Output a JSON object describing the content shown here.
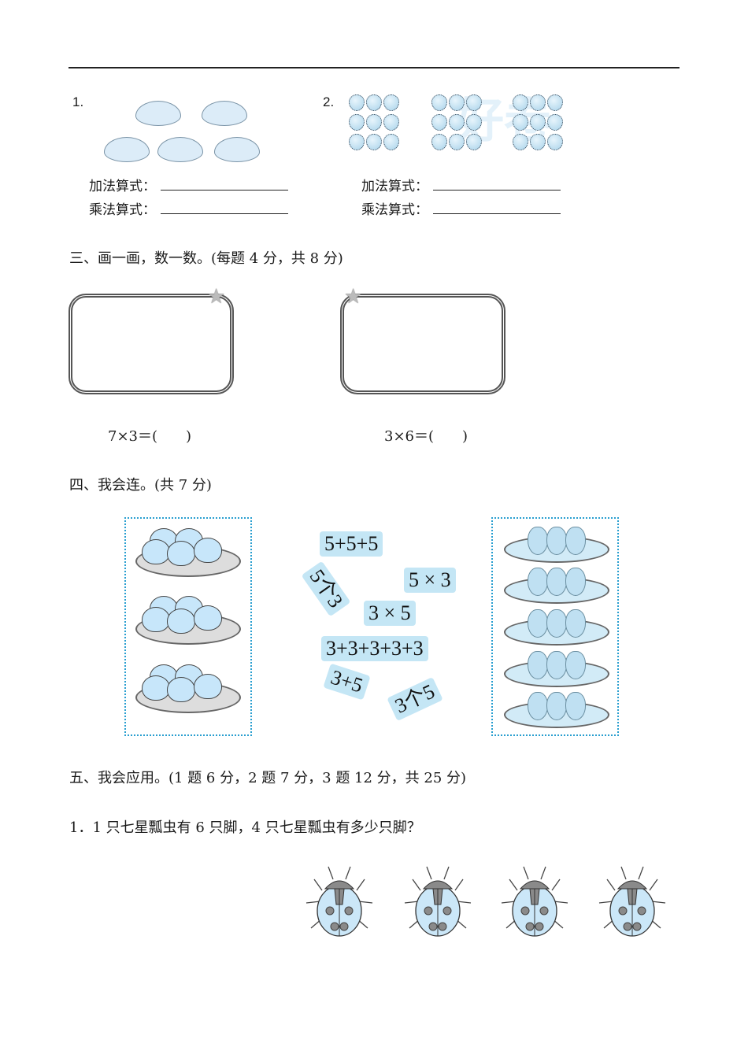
{
  "header": {
    "top_rule": true
  },
  "section2": {
    "q1": {
      "number": "1.",
      "picture": "5 bunches of bananas (5 each)",
      "add_label": "加法算式：",
      "mul_label": "乘法算式："
    },
    "q2": {
      "number": "2.",
      "picture": "3 groups of 9 strawberries",
      "add_label": "加法算式：",
      "mul_label": "乘法算式："
    }
  },
  "section3": {
    "heading": "三、画一画，数一数。(每题 4 分，共 8 分)",
    "boxes": [
      {
        "equation": "7×3＝(　　)",
        "icon": "star-face-icon"
      },
      {
        "equation": "3×6＝(　　)",
        "icon": "star-face-icon"
      }
    ]
  },
  "section4": {
    "heading": "四、我会连。(共 7 分)",
    "left_box": "3 plates with 5 apples each",
    "right_box": "5 plates with 3 pears each",
    "cards": [
      "5+5+5",
      "5个3",
      "5 × 3",
      "3 × 5",
      "3+3+3+3+3",
      "3+5",
      "3个5"
    ]
  },
  "section5": {
    "heading": "五、我会应用。(1 题 6 分，2 题 7 分，3 题 12 分，共 25 分)",
    "q1": {
      "text": "1．1 只七星瓢虫有 6 只脚，4 只七星瓢虫有多少只脚？",
      "ladybug_count": 4
    }
  },
  "colors": {
    "accent_light_blue": "#c4e6f5",
    "dotted_border": "#2a9fd0",
    "text": "#1a1a1a"
  }
}
